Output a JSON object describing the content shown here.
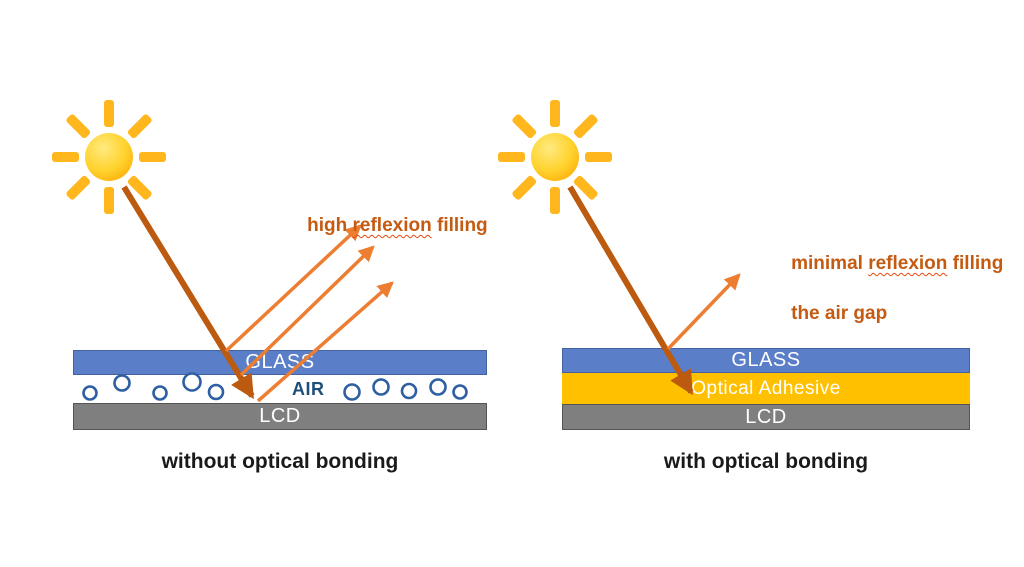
{
  "title": "optical bonding comparison diagram",
  "colors": {
    "glass": "#5B7EC9",
    "glass_border": "#44629F",
    "adhesive": "#FFC000",
    "lcd": "#7F7F7F",
    "lcd_border": "#555555",
    "incident_arrow": "#BC5A0F",
    "reflected_arrow": "#ED7D31",
    "annotation_text": "#C55A11",
    "air_text": "#1F4E79",
    "bubble": "#2E5FA3",
    "sun_ray": "#FFB71D",
    "sun_core_light": "#FFEA80",
    "sun_core_dark": "#FFA502",
    "caption_text": "#1A1A1A"
  },
  "left_panel": {
    "annotation": {
      "prefix": "high ",
      "misspelled": "reflexion",
      "suffix": " filling"
    },
    "layers": {
      "glass": "GLASS",
      "air": "AIR",
      "lcd": "LCD"
    },
    "caption": "without optical bonding"
  },
  "right_panel": {
    "annotation": {
      "prefix": "minimal ",
      "misspelled": "reflexion",
      "suffix": " filling",
      "line2": "the air gap"
    },
    "layers": {
      "glass": "GLASS",
      "adhesive": "Optical Adhesive",
      "lcd": "LCD"
    },
    "caption": "with optical bonding"
  }
}
